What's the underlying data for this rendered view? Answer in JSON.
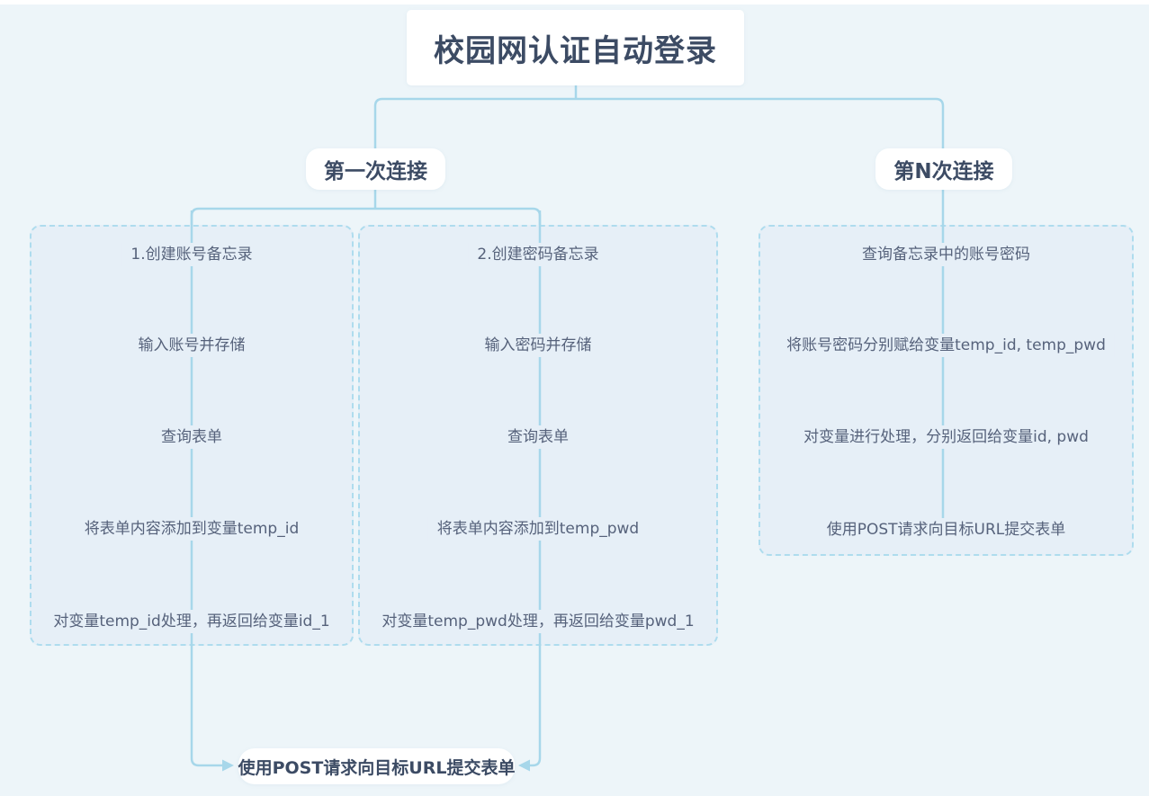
{
  "page": {
    "title": "校园网认证自动登录"
  },
  "branches": [
    {
      "id": "first",
      "label": "第一次连接"
    },
    {
      "id": "nth",
      "label": "第N次连接"
    }
  ],
  "columns": [
    {
      "id": "account",
      "steps": [
        "1.创建账号备忘录",
        "输入账号并存储",
        "查询表单",
        "将表单内容添加到变量temp_id",
        "对变量temp_id处理，再返回给变量id_1"
      ]
    },
    {
      "id": "password",
      "steps": [
        "2.创建密码备忘录",
        "输入密码并存储",
        "查询表单",
        "将表单内容添加到temp_pwd",
        "对变量temp_pwd处理，再返回给变量pwd_1"
      ]
    },
    {
      "id": "nth",
      "steps": [
        "查询备忘录中的账号密码",
        "将账号密码分别赋给变量temp_id, temp_pwd",
        "对变量进行处理，分别返回给变量id, pwd",
        "使用POST请求向目标URL提交表单"
      ]
    }
  ],
  "final_node": {
    "label": "使用POST请求向目标URL提交表单"
  },
  "colors": {
    "background": "#edf5f9",
    "connector_line": "#a7d7ea",
    "dashed_border": "#aedcee",
    "group_fill": "#e6eff7",
    "step_text": "#56627b",
    "node_text": "#3c4b64",
    "node_fill": "#ffffff"
  }
}
